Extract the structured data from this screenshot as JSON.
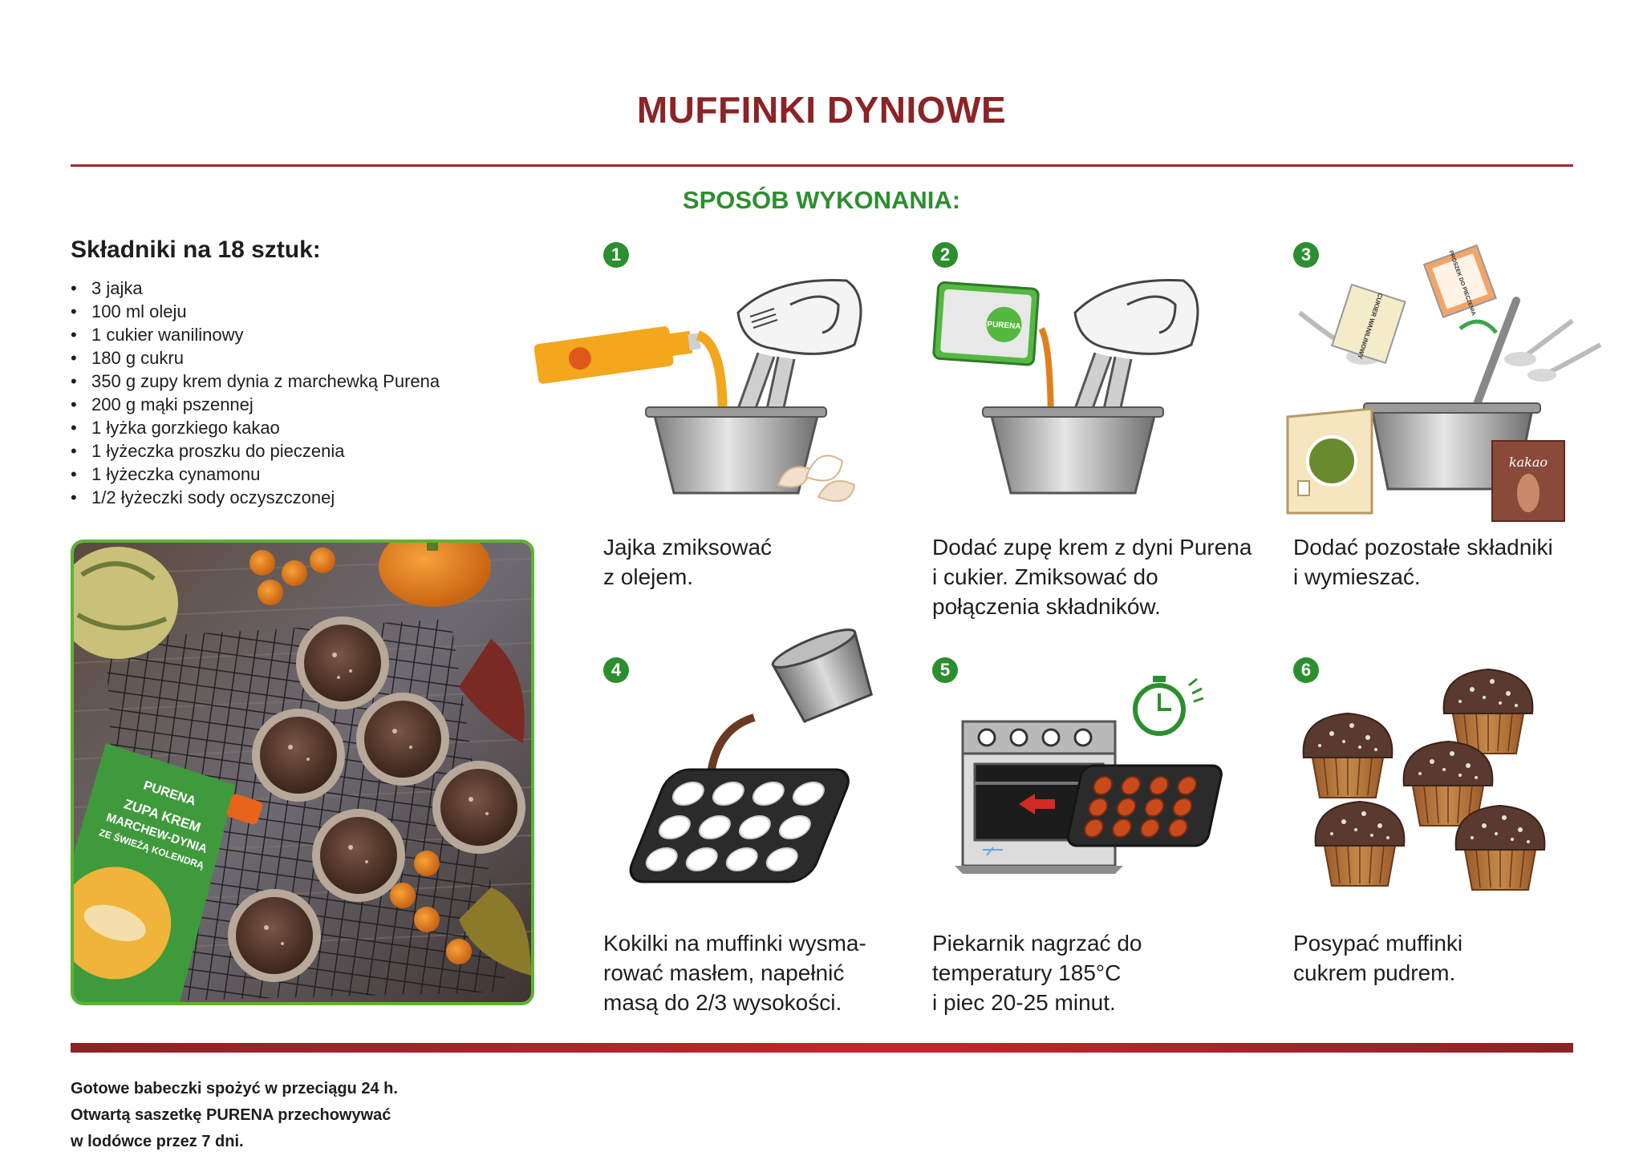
{
  "title": "MUFFINKI DYNIOWE",
  "method_title": "SPOSÓB WYKONANIA:",
  "ingredients": {
    "title": "Składniki na 18 sztuk:",
    "items": [
      "3 jajka",
      "100 ml oleju",
      "1 cukier wanilinowy",
      "180 g cukru",
      "350 g zupy krem dynia z marchewką Purena",
      "200 g mąki pszennej",
      "1 łyżka gorzkiego kakao",
      "1 łyżeczka proszku do pieczenia",
      "1 łyżeczka cynamonu",
      "1/2 łyżeczki sody oczyszczonej"
    ]
  },
  "photo": {
    "pouch_brand": "PURENA",
    "pouch_lines": [
      "ZUPA KREM",
      "MARCHEW-DYNIA",
      "ZE ŚWIEŻĄ KOLENDRĄ"
    ]
  },
  "steps": [
    {
      "num": "1",
      "text": "Jajka zmiksować\nz olejem."
    },
    {
      "num": "2",
      "text": "Dodać zupę krem z dyni Purena\ni cukier. Zmiksować do\npołączenia składników."
    },
    {
      "num": "3",
      "text": "Dodać pozostałe składniki\ni wymieszać."
    },
    {
      "num": "4",
      "text": "Kokilki na muffinki wysma-\nrować masłem, napełnić\nmasą do 2/3 wysokości."
    },
    {
      "num": "5",
      "text": "Piekarnik nagrzać do\ntemperatury 185°C\ni piec 20-25 minut."
    },
    {
      "num": "6",
      "text": "Posypać muffinki\ncukrem  pudrem."
    }
  ],
  "illustration_labels": {
    "carton_brand": "PURENA",
    "sugar_packet": "CUKIER WANILINOWY",
    "powder_packet": "PROSZEK DO PIECZENIA",
    "cocoa_box": "kakao"
  },
  "footer": [
    "Gotowe babeczki spożyć w przeciągu 24 h.",
    "Otwartą saszetkę PURENA przechowywać",
    "w lodówce przez 7 dni."
  ],
  "colors": {
    "title": "#8c2326",
    "accent_green": "#2c8f2e",
    "rule": "#a7282c",
    "photo_border": "#5fb233"
  }
}
